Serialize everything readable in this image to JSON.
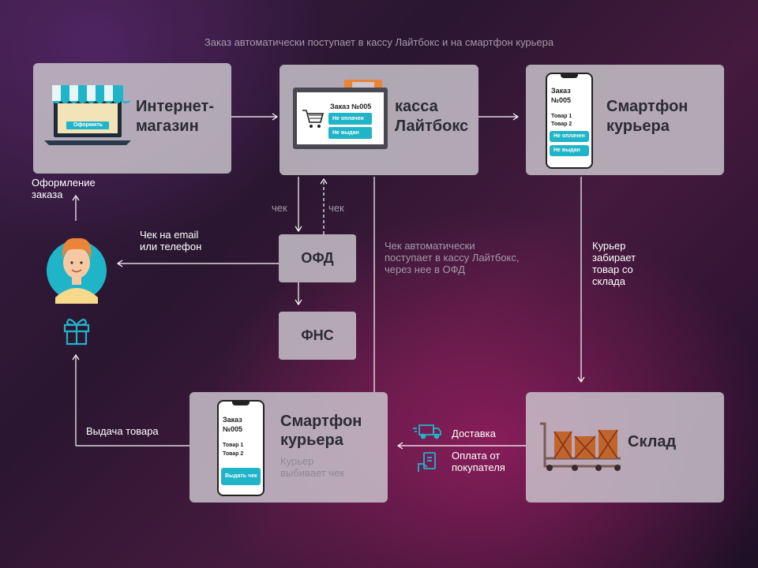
{
  "header": "Заказ автоматически поступает в кассу Лайтбокс и на смартфон курьера",
  "shop": {
    "title_line1": "Интернет-",
    "title_line2": "магазин",
    "button": "Оформить"
  },
  "kassa": {
    "title_line1": "касса",
    "title_line2": "Лайтбокс",
    "order": "Заказ №005",
    "status1": "Не оплачен",
    "status2": "Не выдан"
  },
  "phone_top": {
    "title_line1": "Смартфон",
    "title_line2": "курьера",
    "order_line1": "Заказ",
    "order_line2": "№005",
    "item1": "Товар 1",
    "item2": "Товар 2",
    "status1": "Не оплачен",
    "status2": "Не выдан"
  },
  "ofd": "ОФД",
  "fns": "ФНС",
  "check_left": "чек",
  "check_right": "чек",
  "order_label": {
    "line1": "Оформление",
    "line2": "заказа"
  },
  "receipt_label": {
    "line1": "Чек на email",
    "line2": "или телефон"
  },
  "auto_check": {
    "line1": "Чек автоматически",
    "line2": "поступает в кассу Лайтбокс,",
    "line3": "через нее в ОФД"
  },
  "courier_takes": {
    "line1": "Курьер",
    "line2": "забирает",
    "line3": "товар со",
    "line4": "склада"
  },
  "warehouse": {
    "title": "Склад"
  },
  "delivery": "Доставка",
  "payment": {
    "line1": "Оплата от",
    "line2": "покупателя"
  },
  "phone_bottom": {
    "title_line1": "Смартфон",
    "title_line2": "курьера",
    "subtitle_line1": "Курьер",
    "subtitle_line2": "выбивает чек",
    "order_line1": "Заказ",
    "order_line2": "№005",
    "item1": "Товар 1",
    "item2": "Товар 2",
    "button": "Выдать чек"
  },
  "handover": "Выдача товара",
  "colors": {
    "accent": "#1fb4c8",
    "card": "#cdc8d0",
    "text_dark": "#2b2b33",
    "orange": "#e8853a"
  }
}
